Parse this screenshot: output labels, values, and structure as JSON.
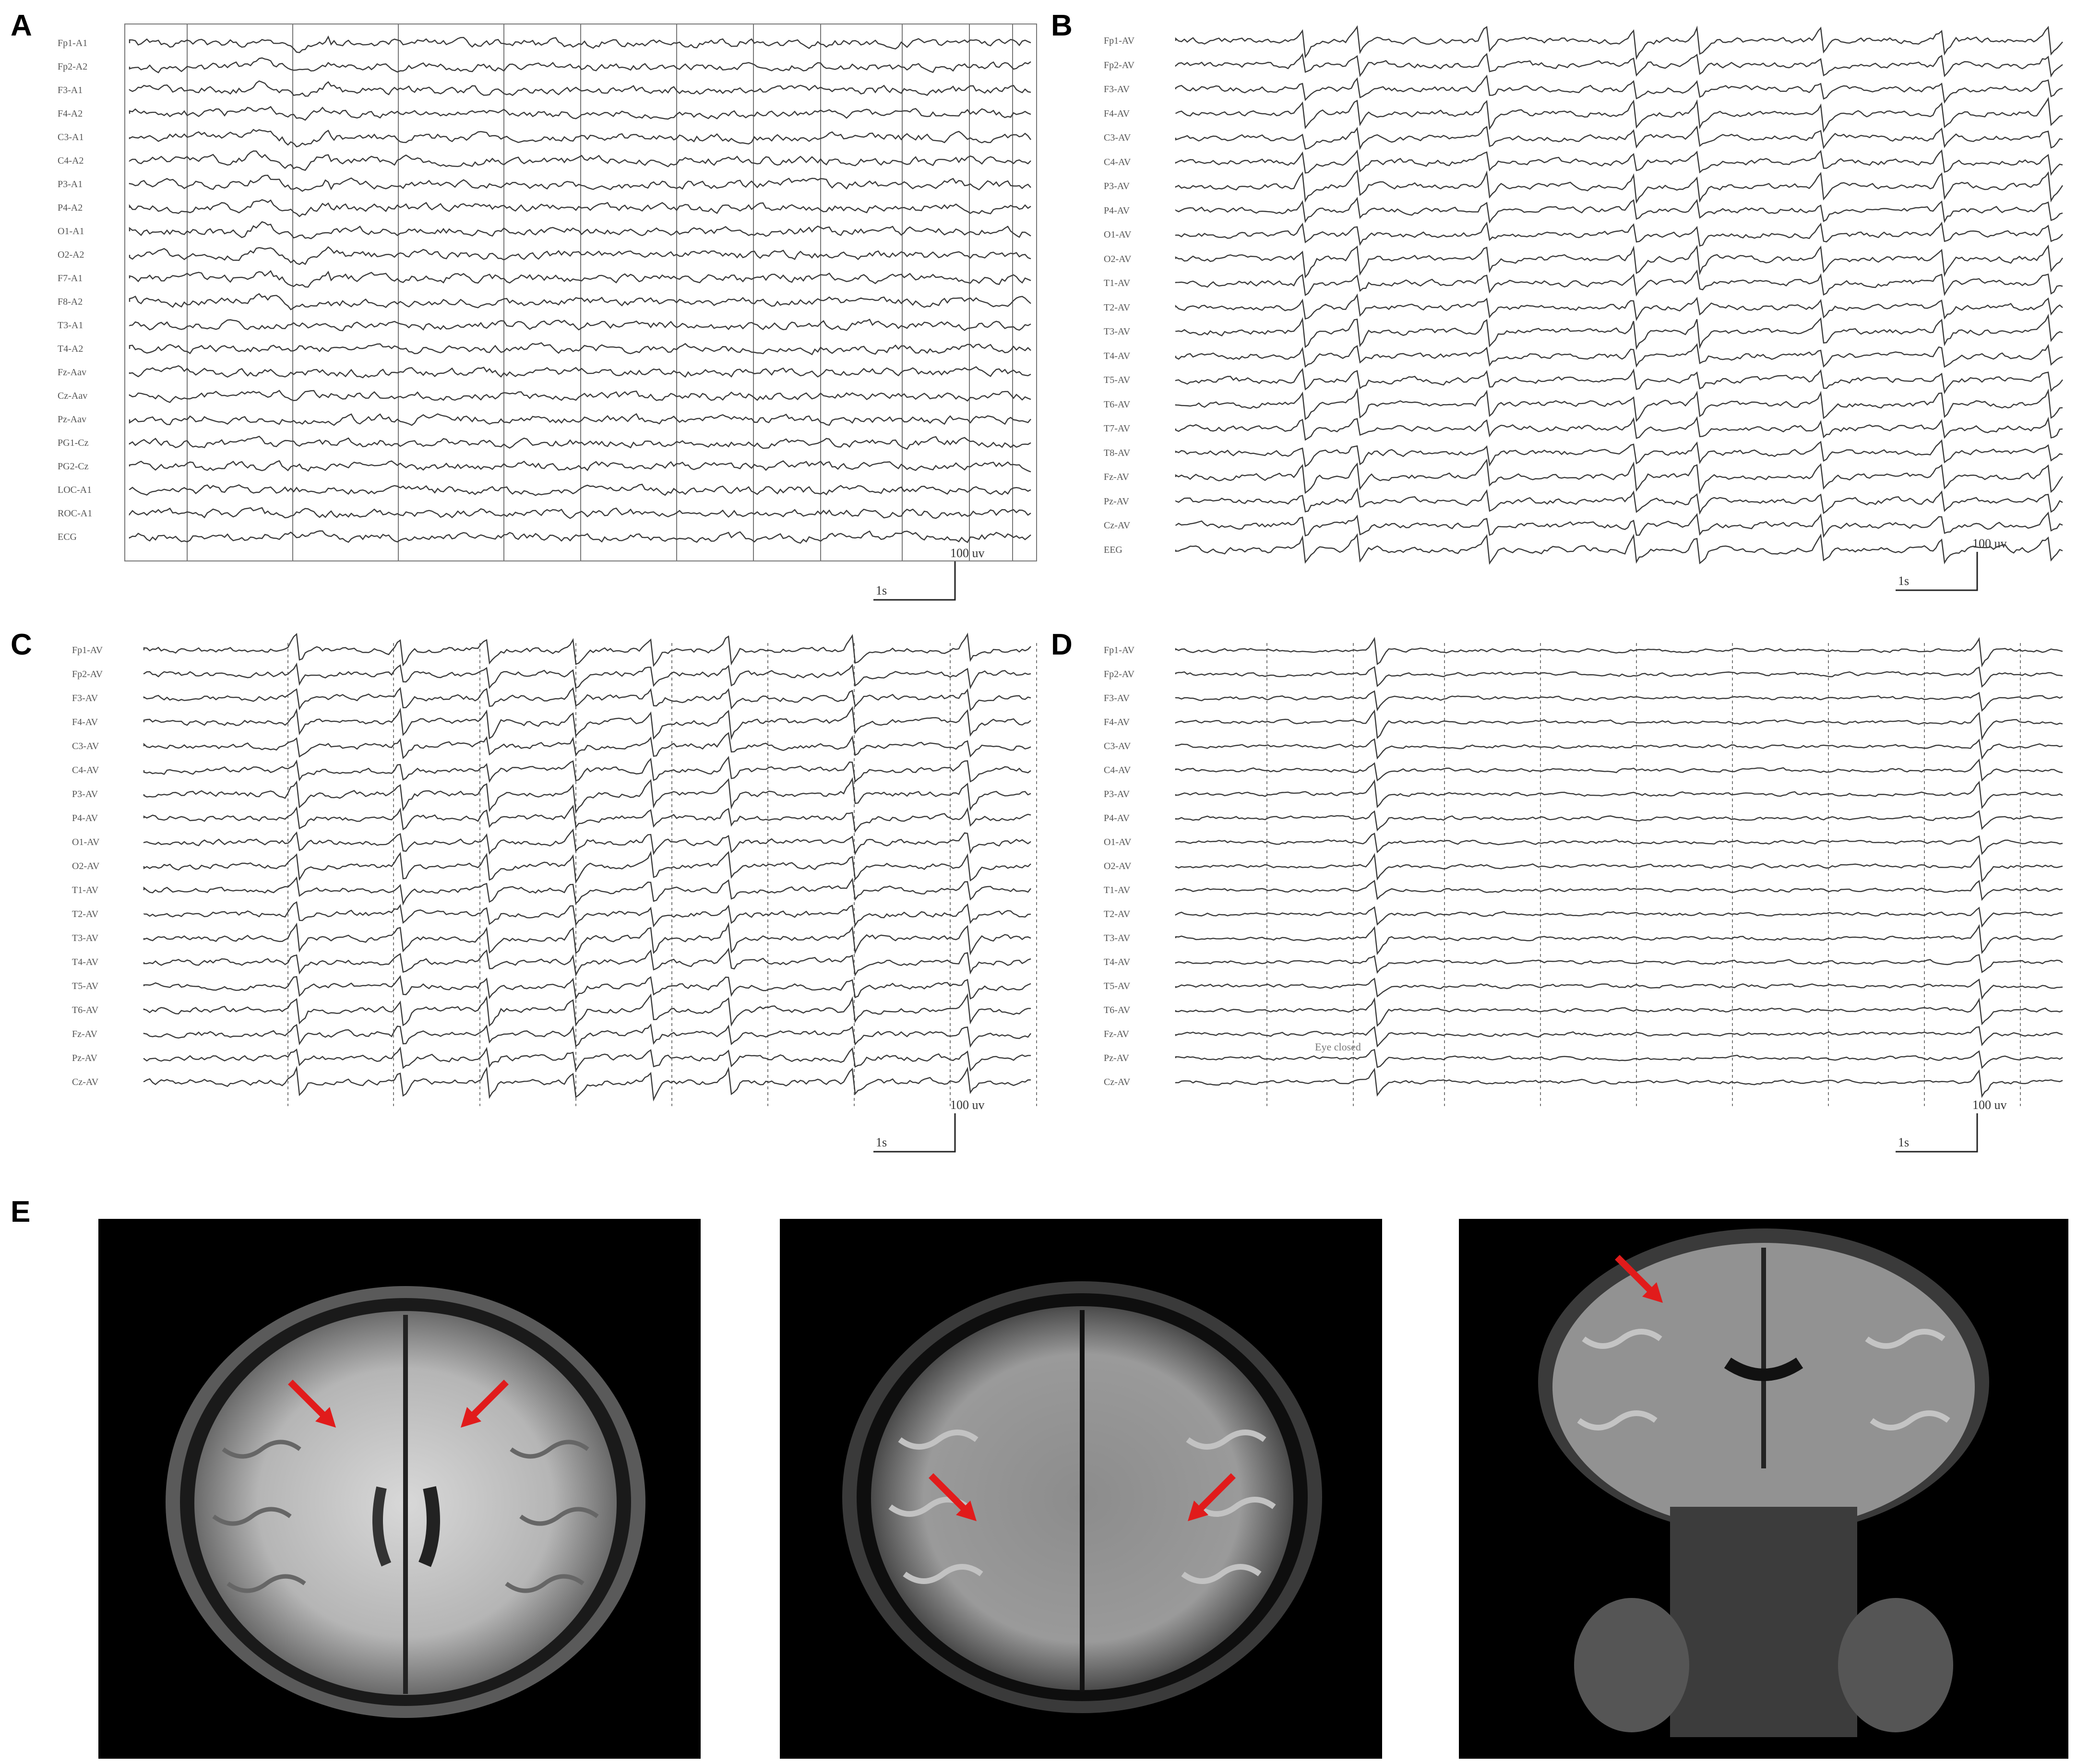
{
  "panels": {
    "A": {
      "letter": "A",
      "channels": [
        "Fp1-A1",
        "Fp2-A2",
        "F3-A1",
        "F4-A2",
        "C3-A1",
        "C4-A2",
        "P3-A1",
        "P4-A2",
        "O1-A1",
        "O2-A2",
        "F7-A1",
        "F8-A2",
        "T3-A1",
        "T4-A2",
        "Fz-Aav",
        "Cz-Aav",
        "Pz-Aav",
        "PG1-Cz",
        "PG2-Cz",
        "LOC-A1",
        "ROC-A1",
        "ECG"
      ],
      "scale_unit": "100 uv",
      "scale_time": "1s"
    },
    "B": {
      "letter": "B",
      "channels": [
        "Fp1-AV",
        "Fp2-AV",
        "F3-AV",
        "F4-AV",
        "C3-AV",
        "C4-AV",
        "P3-AV",
        "P4-AV",
        "O1-AV",
        "O2-AV",
        "T1-AV",
        "T2-AV",
        "T3-AV",
        "T4-AV",
        "T5-AV",
        "T6-AV",
        "T7-AV",
        "T8-AV",
        "Fz-AV",
        "Pz-AV",
        "Cz-AV",
        "EEG"
      ],
      "scale_unit": "100 uv",
      "scale_time": "1s"
    },
    "C": {
      "letter": "C",
      "channels": [
        "Fp1-AV",
        "Fp2-AV",
        "F3-AV",
        "F4-AV",
        "C3-AV",
        "C4-AV",
        "P3-AV",
        "P4-AV",
        "O1-AV",
        "O2-AV",
        "T1-AV",
        "T2-AV",
        "T3-AV",
        "T4-AV",
        "T5-AV",
        "T6-AV",
        "Fz-AV",
        "Pz-AV",
        "Cz-AV"
      ],
      "scale_unit": "100 uv",
      "scale_time": "1s"
    },
    "D": {
      "letter": "D",
      "channels": [
        "Fp1-AV",
        "Fp2-AV",
        "F3-AV",
        "F4-AV",
        "C3-AV",
        "C4-AV",
        "P3-AV",
        "P4-AV",
        "O1-AV",
        "O2-AV",
        "T1-AV",
        "T2-AV",
        "T3-AV",
        "T4-AV",
        "T5-AV",
        "T6-AV",
        "Fz-AV",
        "Pz-AV",
        "Cz-AV"
      ],
      "scale_unit": "100 uv",
      "scale_time": "1s",
      "annotation": "Eye closed"
    },
    "E": {
      "letter": "E",
      "images": [
        "axial-t1-mri",
        "axial-flair-mri",
        "coronal-flair-mri"
      ]
    }
  },
  "colors": {
    "trace": "#3a3a3a",
    "divider": "#777777",
    "arrow": "#e11b1b",
    "mri_background": "#000000"
  },
  "icons": [
    "red-arrow-icon"
  ]
}
